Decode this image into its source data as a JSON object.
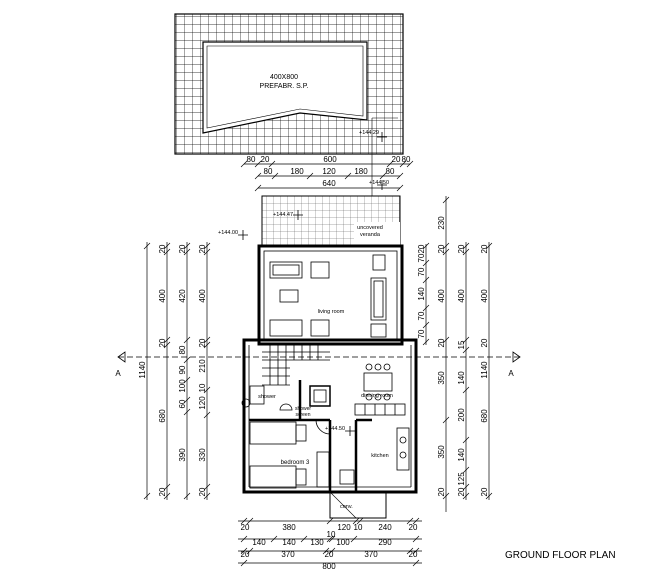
{
  "title": "GROUND FLOOR PLAN",
  "pool": {
    "label_line1": "400X800",
    "label_line2": "PREFABR. S.P."
  },
  "levels": {
    "pool_edge": "+144.29",
    "terrace": "+144.50",
    "outside": "+144.00",
    "veranda": "+144.47",
    "kitchen": "+144.50"
  },
  "rooms": {
    "veranda_line1": "uncovered",
    "veranda_line2": "veranda",
    "living": "living room",
    "dining": "dinning room",
    "shower": "shower",
    "shower_screen_line1": "shower",
    "shower_screen_line2": "screen",
    "bedroom": "bedroom 3",
    "kitchen": "kitchen",
    "conv": "conv."
  },
  "section": {
    "left": "A",
    "right": "A"
  },
  "dims": {
    "top_row1": [
      "80",
      "20",
      "600",
      "20",
      "80"
    ],
    "top_row2": [
      "80",
      "180",
      "120",
      "180",
      "80"
    ],
    "top_row3": "640",
    "bottom_row1": [
      "20",
      "380",
      "120",
      "10",
      "240",
      "20"
    ],
    "bottom_row2": [
      "140",
      "140",
      "130",
      "10",
      "100",
      "290"
    ],
    "bottom_row3": [
      "20",
      "370",
      "20",
      "370",
      "20"
    ],
    "bottom_row4": "800",
    "left_outer": "1140",
    "left_col1": [
      "20",
      "400",
      "20",
      "680",
      "20"
    ],
    "left_col2": [
      "20",
      "420",
      "80",
      "90",
      "100",
      "60",
      "390"
    ],
    "left_col3": [
      "20",
      "400",
      "20",
      "210",
      "10",
      "120",
      "330",
      "20"
    ],
    "right_col1": [
      "20",
      "70",
      "70",
      "140",
      "70",
      "70"
    ],
    "right_col2": [
      "230",
      "20",
      "400",
      "20",
      "350",
      "350",
      "20"
    ],
    "right_col3": [
      "20",
      "400",
      "15",
      "140",
      "200",
      "140",
      "125",
      "20"
    ],
    "right_col4": [
      "20",
      "400",
      "20",
      "680",
      "20"
    ],
    "right_outer": "1140"
  }
}
